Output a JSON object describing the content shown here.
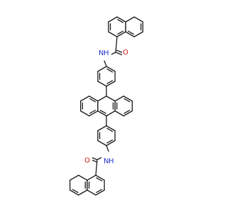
{
  "molecule": {
    "atoms": {
      "n_top": "N",
      "h_top": "H",
      "o_top": "O",
      "n_bottom": "N",
      "h_bottom": "H",
      "o_bottom": "O"
    },
    "colors": {
      "bond": "#1a1a1a",
      "nitrogen": "#2233cc",
      "oxygen": "#cc1111",
      "background": "#ffffff"
    }
  }
}
